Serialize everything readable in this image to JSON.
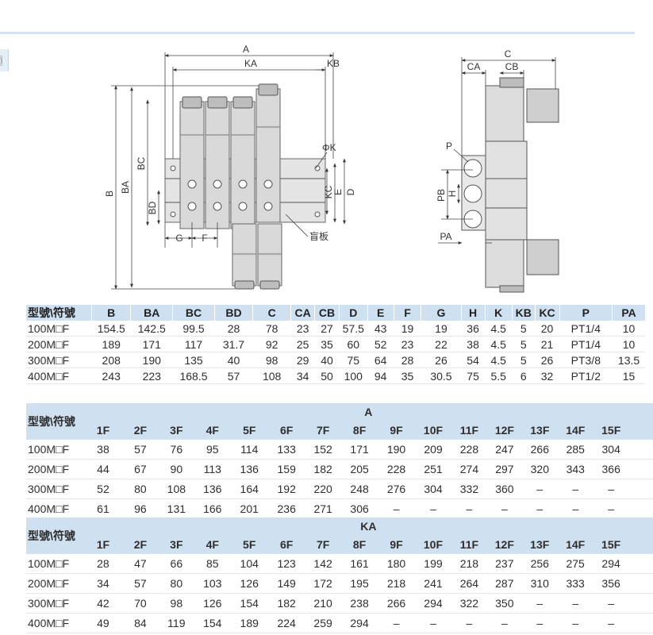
{
  "drawing": {
    "front_labels": [
      "A",
      "KA",
      "KB",
      "B",
      "BA",
      "BC",
      "BD",
      "ΦK",
      "KC",
      "E",
      "D",
      "G",
      "F"
    ],
    "plate_label": "盲板",
    "side_labels": [
      "C",
      "CA",
      "CB",
      "P",
      "PB",
      "H",
      "PA"
    ],
    "tab_glyph": "〗"
  },
  "table1": {
    "headers": [
      "型號\\符號",
      "B",
      "BA",
      "BC",
      "BD",
      "C",
      "CA",
      "CB",
      "D",
      "E",
      "F",
      "G",
      "H",
      "K",
      "KB",
      "KC",
      "P",
      "PA"
    ],
    "rows": [
      [
        "100M□F",
        "154.5",
        "142.5",
        "99.5",
        "28",
        "78",
        "23",
        "27",
        "57.5",
        "43",
        "19",
        "19",
        "36",
        "4.5",
        "5",
        "20",
        "PT1/4",
        "10"
      ],
      [
        "200M□F",
        "189",
        "171",
        "117",
        "31.7",
        "92",
        "25",
        "35",
        "60",
        "52",
        "23",
        "22",
        "38",
        "4.5",
        "5",
        "21",
        "PT1/4",
        "10"
      ],
      [
        "300M□F",
        "208",
        "190",
        "135",
        "40",
        "98",
        "29",
        "40",
        "75",
        "64",
        "28",
        "26",
        "54",
        "4.5",
        "5",
        "26",
        "PT3/8",
        "13.5"
      ],
      [
        "400M□F",
        "243",
        "223",
        "168.5",
        "57",
        "108",
        "34",
        "50",
        "100",
        "94",
        "35",
        "30.5",
        "75",
        "5.5",
        "6",
        "32",
        "PT1/2",
        "15"
      ]
    ]
  },
  "table2": {
    "model_header": "型號\\符號",
    "group_label": "A",
    "columns": [
      "1F",
      "2F",
      "3F",
      "4F",
      "5F",
      "6F",
      "7F",
      "8F",
      "9F",
      "10F",
      "11F",
      "12F",
      "13F",
      "14F",
      "15F"
    ],
    "rows": [
      [
        "100M□F",
        "38",
        "57",
        "76",
        "95",
        "114",
        "133",
        "152",
        "171",
        "190",
        "209",
        "228",
        "247",
        "266",
        "285",
        "304"
      ],
      [
        "200M□F",
        "44",
        "67",
        "90",
        "113",
        "136",
        "159",
        "182",
        "205",
        "228",
        "251",
        "274",
        "297",
        "320",
        "343",
        "366"
      ],
      [
        "300M□F",
        "52",
        "80",
        "108",
        "136",
        "164",
        "192",
        "220",
        "248",
        "276",
        "304",
        "332",
        "360",
        "–",
        "–",
        "–"
      ],
      [
        "400M□F",
        "61",
        "96",
        "131",
        "166",
        "201",
        "236",
        "271",
        "306",
        "–",
        "–",
        "–",
        "–",
        "–",
        "–",
        "–"
      ]
    ]
  },
  "table3": {
    "model_header": "型號\\符號",
    "group_label": "KA",
    "columns": [
      "1F",
      "2F",
      "3F",
      "4F",
      "5F",
      "6F",
      "7F",
      "8F",
      "9F",
      "10F",
      "11F",
      "12F",
      "13F",
      "14F",
      "15F"
    ],
    "rows": [
      [
        "100M□F",
        "28",
        "47",
        "66",
        "85",
        "104",
        "123",
        "142",
        "161",
        "180",
        "199",
        "218",
        "237",
        "256",
        "275",
        "294"
      ],
      [
        "200M□F",
        "34",
        "57",
        "80",
        "103",
        "126",
        "149",
        "172",
        "195",
        "218",
        "241",
        "264",
        "287",
        "310",
        "333",
        "356"
      ],
      [
        "300M□F",
        "42",
        "70",
        "98",
        "126",
        "154",
        "182",
        "210",
        "238",
        "266",
        "294",
        "322",
        "350",
        "–",
        "–",
        "–"
      ],
      [
        "400M□F",
        "49",
        "84",
        "119",
        "154",
        "189",
        "224",
        "259",
        "294",
        "–",
        "–",
        "–",
        "–",
        "–",
        "–",
        "–"
      ]
    ]
  }
}
